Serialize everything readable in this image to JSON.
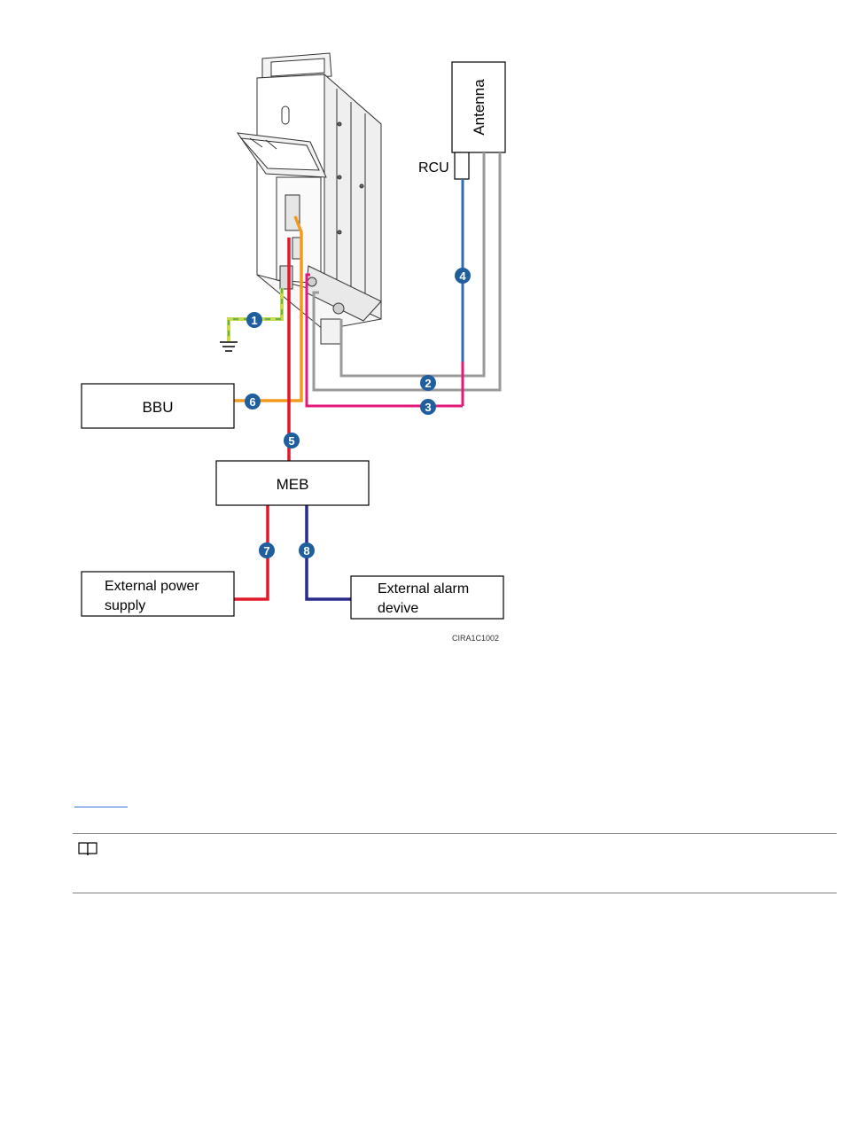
{
  "diagram": {
    "antenna_label": "Antenna",
    "rcu_label": "RCU",
    "bbu_label": "BBU",
    "meb_label": "MEB",
    "ext_power_line1": "External power",
    "ext_power_line2": "supply",
    "ext_alarm_line1": "External alarm",
    "ext_alarm_line2": "devive",
    "figure_id": "CIRA1C1002",
    "callouts": [
      "1",
      "2",
      "3",
      "4",
      "5",
      "6",
      "7",
      "8"
    ],
    "colors": {
      "ground": "#c9d94a",
      "antenna_feeder": "#9a9a9a",
      "pink": "#e0197a",
      "blue_rcu": "#2f6db5",
      "red_power": "#e0192b",
      "orange_cpri": "#f39a1e",
      "navy_alarm": "#2a2a8a",
      "callout_fill": "#1f5f9e"
    }
  },
  "note": {
    "icon": "book-icon"
  }
}
